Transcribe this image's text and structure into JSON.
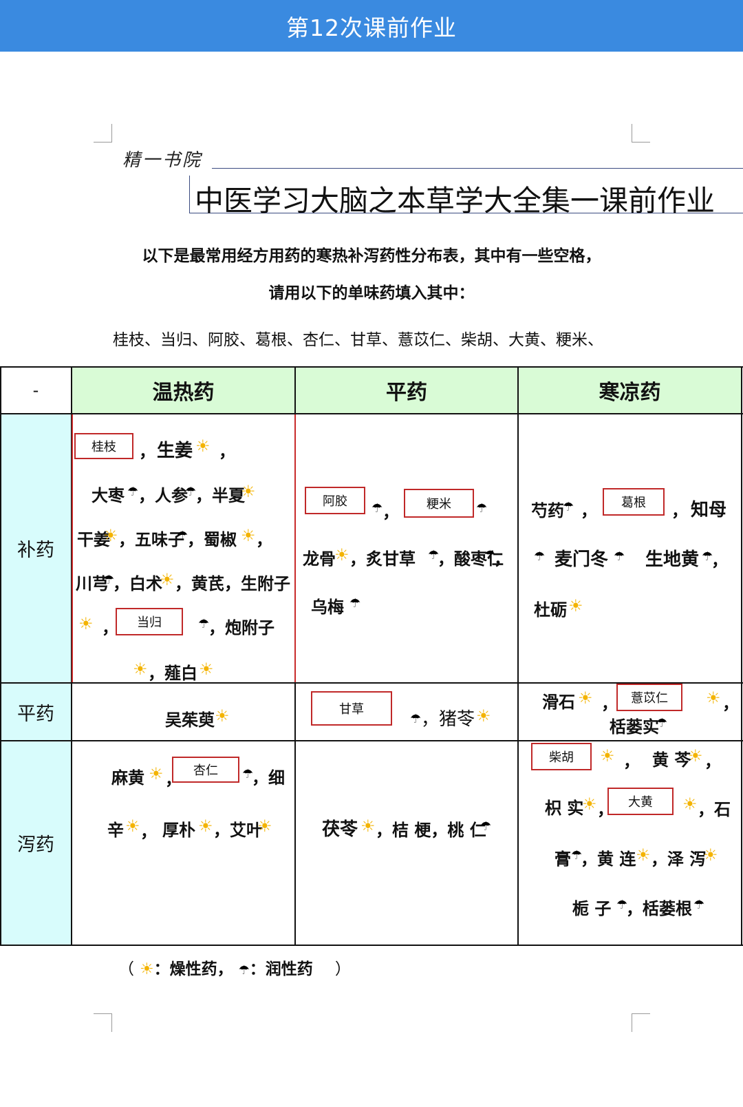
{
  "app_title": "第12次课前作业",
  "brand": "精一书院",
  "doc_title": "中医学习大脑之本草学大全集一课前作业",
  "intro_line1": "以下是最常用经方用药的寒热补泻药性分布表，其中有一些空格，",
  "intro_line2": "请用以下的单味药填入其中：",
  "herb_list": "桂枝、当归、阿胶、葛根、杏仁、甘草、薏苡仁、柴胡、大黄、粳米、",
  "table": {
    "corner": "-",
    "col_headers": [
      "温热药",
      "平药",
      "寒凉药"
    ],
    "row_headers": [
      "补药",
      "平药",
      "泻药"
    ]
  },
  "icons": {
    "dry": "sun-icon ☀",
    "moist": "umbrella-icon ☂"
  },
  "cells": {
    "bu_wen": {
      "box1": "桂枝",
      "l1": "，",
      "l1b": "生姜",
      "l1c": "，",
      "l2": "大枣",
      "l2b": "，人参",
      "l2c": "，半夏",
      "l3": "干姜",
      "l3b": "，五味子",
      "l3c": "，蜀椒",
      "l3d": "，",
      "l4": "川芎",
      "l4b": "，白术",
      "l4c": "，黄芪，生附子",
      "l5a": "，",
      "box2": "当归",
      "l5b": "，炮附子",
      "l6": "，薤白"
    },
    "bu_ping": {
      "box1": "阿胶",
      "box2": "粳米",
      "l1a": "，",
      "l2": "龙骨",
      "l2b": "，炙甘草",
      "l2c": "，酸枣仁",
      "l2d": "，",
      "l3": "乌梅"
    },
    "bu_han": {
      "l1": "芍药",
      "l1b": "，",
      "box1": "葛根",
      "l1c": "，",
      "l1d": "知母",
      "l2": "麦门冬",
      "l2b": "生地黄",
      "l2c": "，",
      "l3": "杜砺"
    },
    "ping_wen": {
      "l1": "吴茱萸"
    },
    "ping_ping": {
      "box1": "甘草",
      "l1": "，猪苓"
    },
    "ping_han": {
      "l1": "滑石",
      "l1b": "，",
      "box1": "薏苡仁",
      "l1c": "，",
      "l2": "栝蒌实"
    },
    "xie_wen": {
      "l1": "麻黄",
      "l1b": "，",
      "box1": "杏仁",
      "l1c": "，细",
      "l2": "辛",
      "l2b": "，",
      "l2c": "厚朴",
      "l2d": "，艾叶"
    },
    "xie_ping": {
      "l1": "茯苓",
      "l1b": "，桔 梗，桃 仁"
    },
    "xie_han": {
      "box1": "柴胡",
      "l1a": "，",
      "l1b": "黄 芩",
      "l1c": "，",
      "l2": "枳 实",
      "l2b": "，",
      "box2": "大黄",
      "l2c": "，石",
      "l3": "膏",
      "l3b": "，黄 连",
      "l3c": "，泽 泻",
      "l4": "栀 子",
      "l4b": "，栝蒌根"
    }
  },
  "legend": {
    "open": "（",
    "dry": "：燥性药，",
    "moist": "：润性药",
    "close": "）"
  }
}
